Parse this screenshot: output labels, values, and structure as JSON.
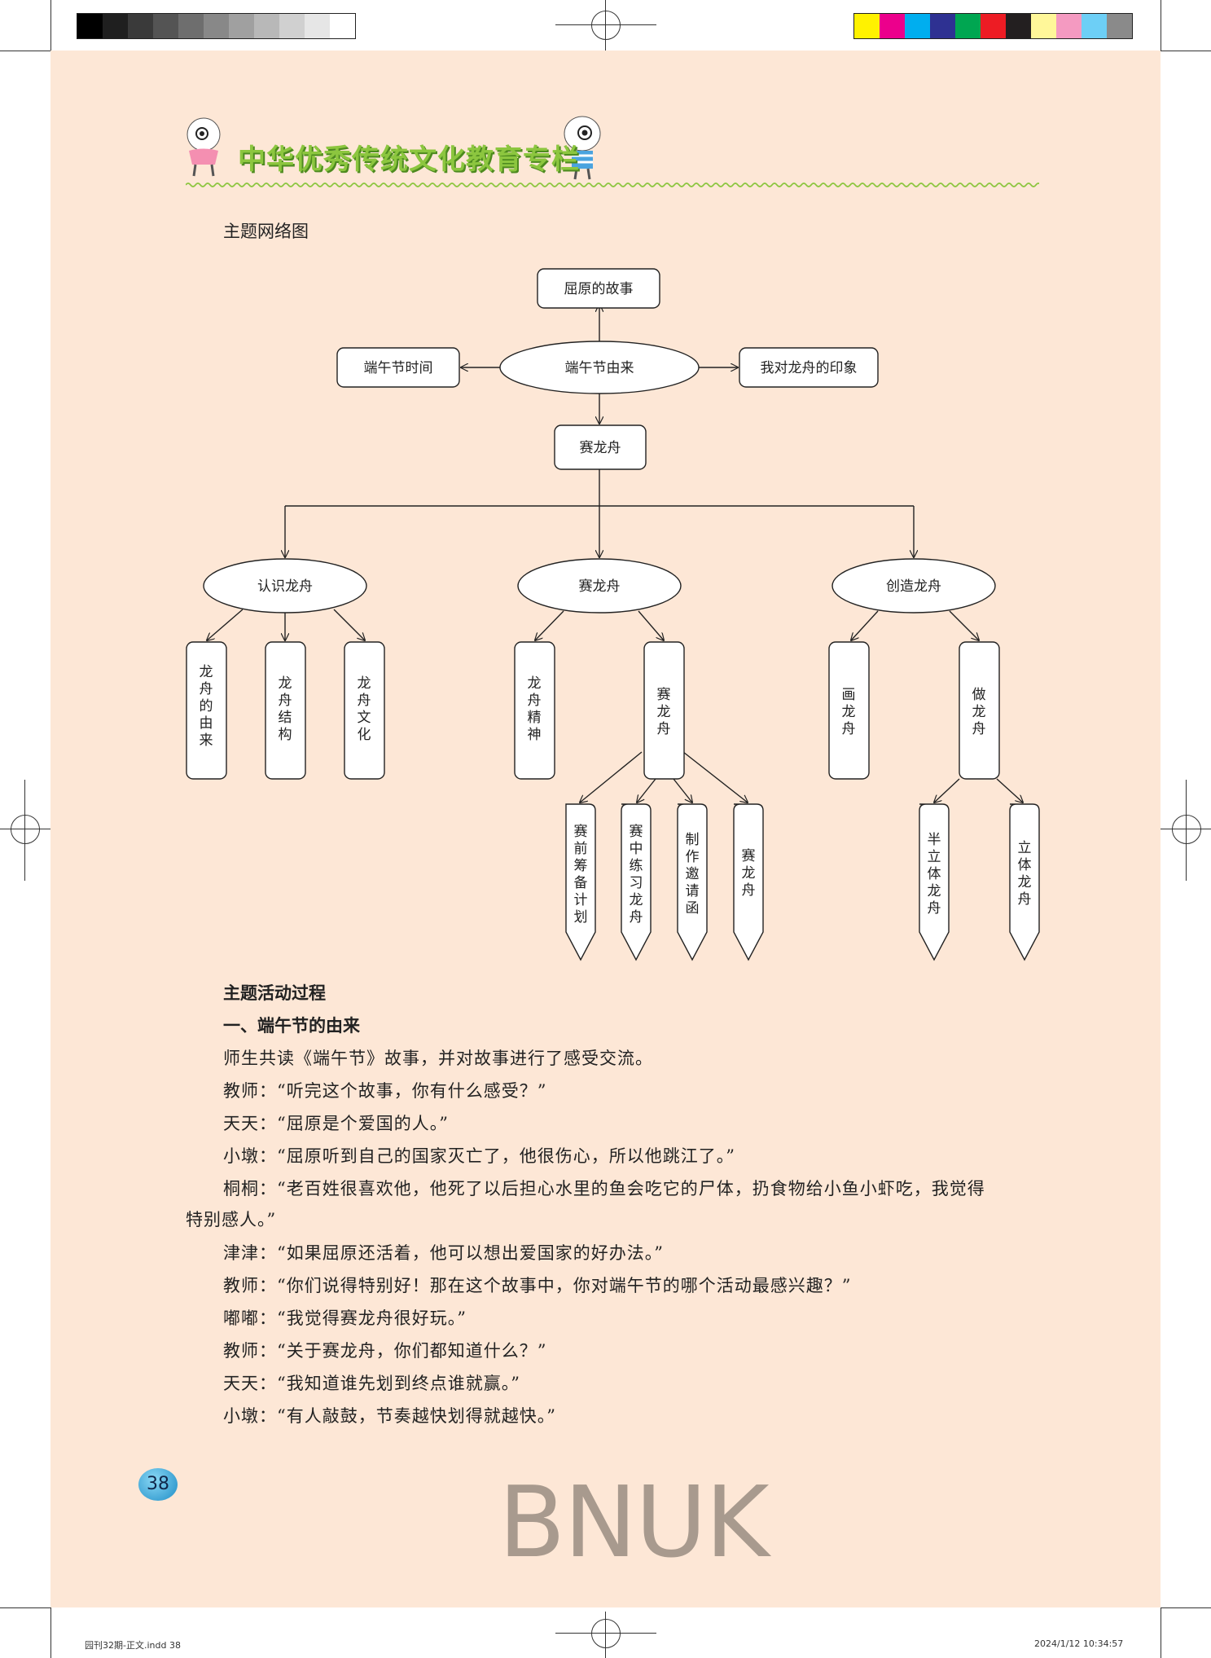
{
  "header": {
    "title": "中华优秀传统文化教育专栏"
  },
  "color_bars": {
    "grays": [
      "#000000",
      "#1f1f1f",
      "#3a3a3a",
      "#545454",
      "#6e6e6e",
      "#888888",
      "#a0a0a0",
      "#b8b8b8",
      "#d0d0d0",
      "#e6e6e6",
      "#ffffff"
    ],
    "colors": [
      "#fff200",
      "#ec008c",
      "#00aeef",
      "#2e3192",
      "#00a651",
      "#ed1c24",
      "#231f20",
      "#fff799",
      "#f49ac1",
      "#6dcff6",
      "#8a8a8a"
    ]
  },
  "network": {
    "heading": "主题网络图",
    "root": "端午节由来",
    "top": "屈原的故事",
    "left": "端午节时间",
    "right": "我对龙舟的印象",
    "center": "赛龙舟",
    "branches": [
      {
        "label": "认识龙舟",
        "children": [
          {
            "label": "龙舟的由来"
          },
          {
            "label": "龙舟结构"
          },
          {
            "label": "龙舟文化"
          }
        ]
      },
      {
        "label": "赛龙舟",
        "children": [
          {
            "label": "龙舟精神"
          },
          {
            "label": "赛龙舟",
            "children": [
              "赛前筹备计划",
              "赛中练习龙舟",
              "制作邀请函",
              "赛龙舟"
            ]
          }
        ]
      },
      {
        "label": "创造龙舟",
        "children": [
          {
            "label": "画龙舟"
          },
          {
            "label": "做龙舟",
            "children": [
              "半立体龙舟",
              "立体龙舟"
            ]
          }
        ]
      }
    ]
  },
  "process": {
    "heading": "主题活动过程",
    "subheading": "一、端午节的由来",
    "paragraphs": [
      "师生共读《端午节》故事，并对故事进行了感受交流。",
      "教师：“听完这个故事，你有什么感受？”",
      "天天：“屈原是个爱国的人。”",
      "小墩：“屈原听到自己的国家灭亡了，他很伤心，所以他跳江了。”",
      "桐桐：“老百姓很喜欢他，他死了以后担心水里的鱼会吃它的尸体，扔食物给小鱼小虾吃，我觉得",
      "特别感人。”",
      "津津：“如果屈原还活着，他可以想出爱国家的好办法。”",
      "教师：“你们说得特别好！那在这个故事中，你对端午节的哪个活动最感兴趣？”",
      "嘟嘟：“我觉得赛龙舟很好玩。”",
      "教师：“关于赛龙舟，你们都知道什么？”",
      "天天：“我知道谁先划到终点谁就赢。”",
      "小墩：“有人敲鼓，节奏越快划得就越快。”"
    ]
  },
  "page_number": "38",
  "watermark": "BNUK",
  "footer": {
    "left": "园刊32期-正文.indd   38",
    "right": "2024/1/12   10:34:57"
  }
}
